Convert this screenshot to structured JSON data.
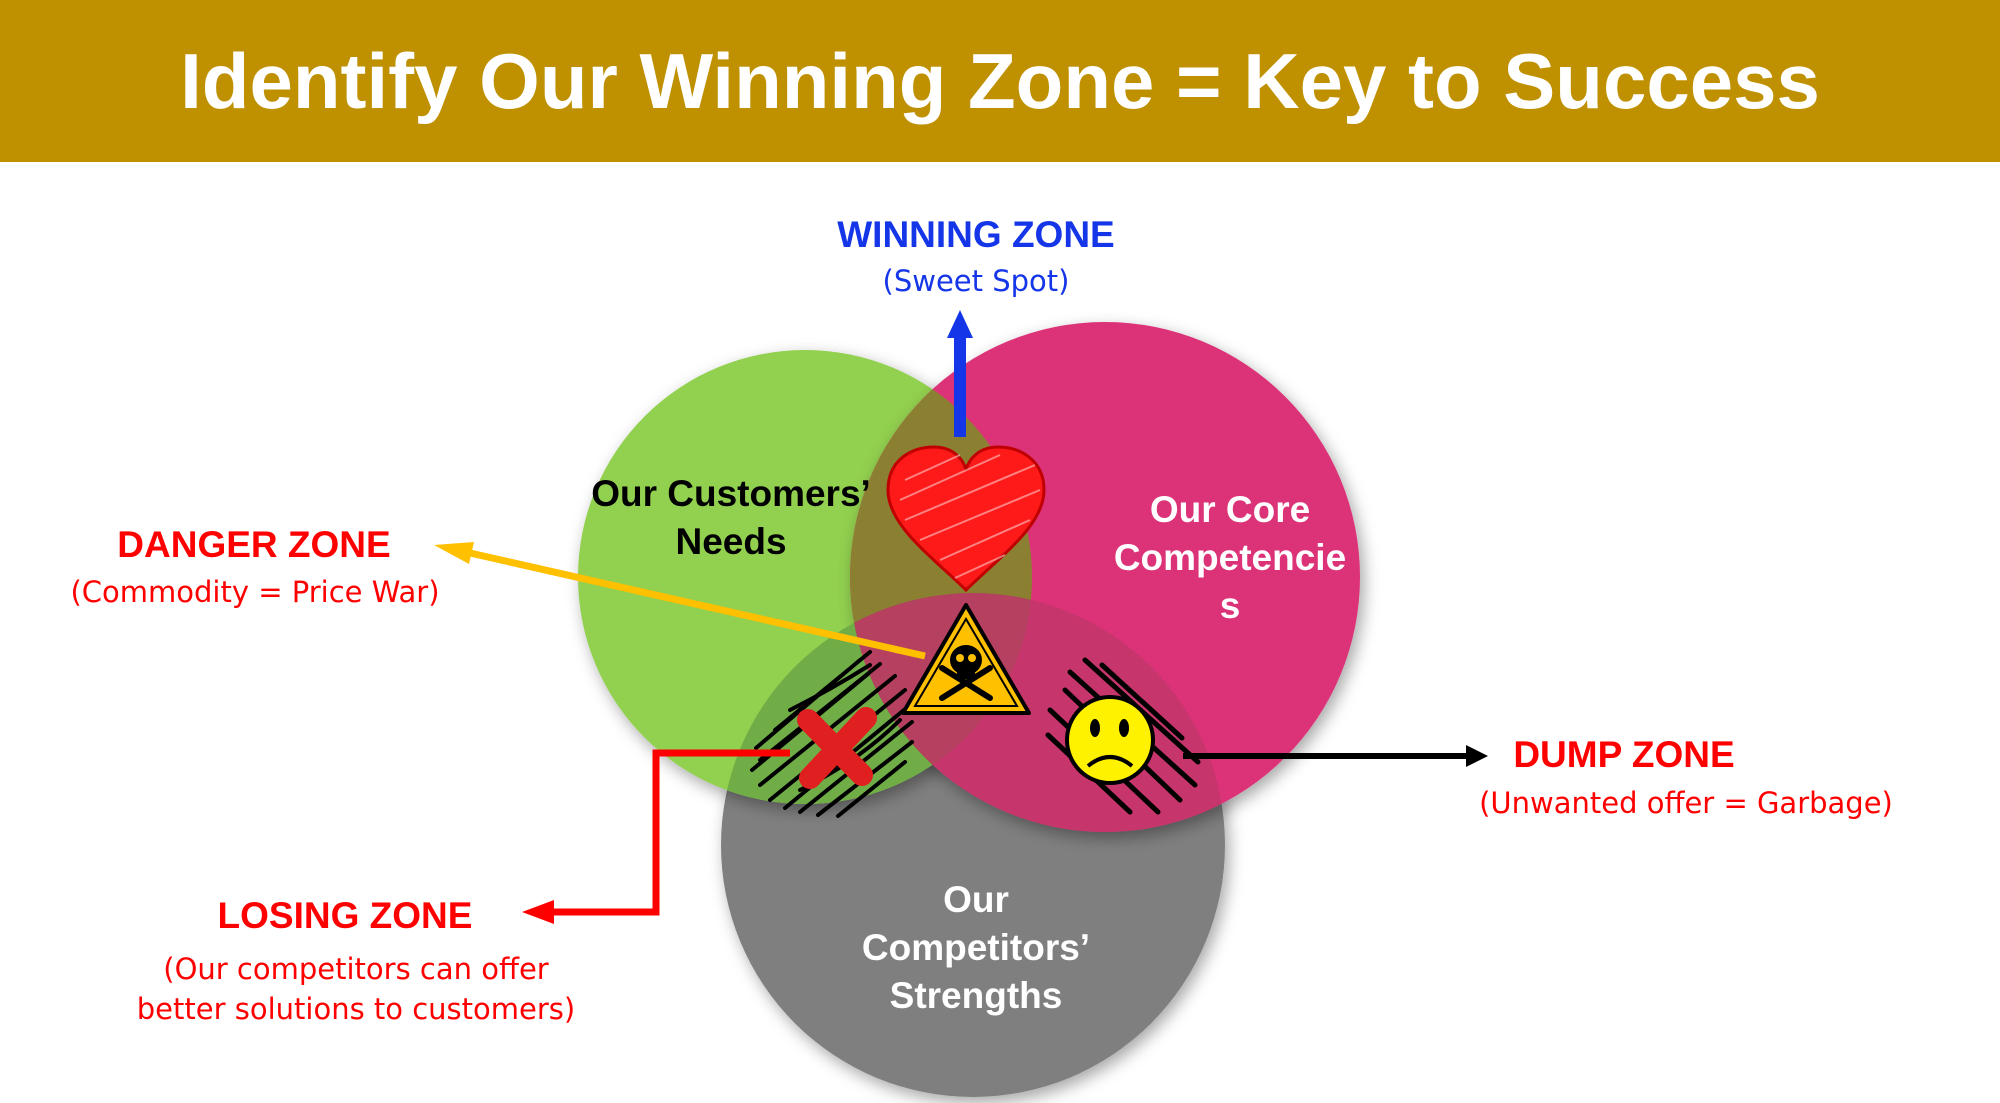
{
  "title": "Identify Our Winning Zone = Key to Success",
  "colors": {
    "header_bg": "#BF9000",
    "customers_circle": "#92D050",
    "competencies_circle": "#DC3278",
    "competitors_circle": "#7F7F7F",
    "winning_zone": "#1435E8",
    "red_zone": "#FF0000",
    "danger_arrow": "#FFC000"
  },
  "circles": {
    "customers": {
      "line1": "Our Customers’",
      "line2": "Needs"
    },
    "competencies": {
      "line1": "Our Core",
      "line2": "Competencie",
      "line3": "s"
    },
    "competitors": {
      "line1": "Our",
      "line2": "Competitors’",
      "line3": "Strengths"
    }
  },
  "zones": {
    "winning": {
      "title": "WINNING ZONE",
      "subtitle": "(Sweet Spot)",
      "icon": "heart-icon"
    },
    "danger": {
      "title": "DANGER ZONE",
      "subtitle": "(Commodity = Price War)",
      "icon": "skull-warning-icon"
    },
    "dump": {
      "title": "DUMP ZONE",
      "subtitle": "(Unwanted offer = Garbage)",
      "icon": "sad-face-icon"
    },
    "losing": {
      "title": "LOSING ZONE",
      "line1": "(Our competitors can offer",
      "line2": "better solutions to customers)",
      "icon": "red-x-icon"
    }
  }
}
